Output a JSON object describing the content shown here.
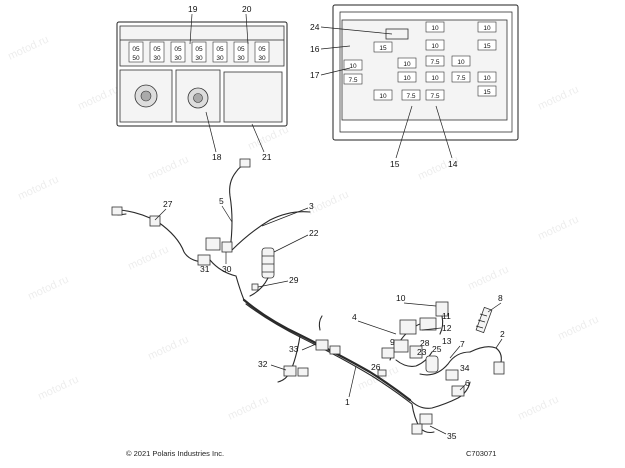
{
  "watermark": "motod.ru",
  "copyright": "© 2021 Polaris Industries Inc.",
  "drawing_number": "C703071",
  "callouts": {
    "c1": "1",
    "c2": "2",
    "c3": "3",
    "c4": "4",
    "c5": "5",
    "c6": "6",
    "c7": "7",
    "c8": "8",
    "c9": "9",
    "c10": "10",
    "c11": "11",
    "c12": "12",
    "c13": "13",
    "c14": "14",
    "c15": "15",
    "c16": "16",
    "c17": "17",
    "c18": "18",
    "c19": "19",
    "c20": "20",
    "c21": "21",
    "c22": "22",
    "c23": "23",
    "c24": "24",
    "c25": "25",
    "c26": "26",
    "c27": "27",
    "c28": "28",
    "c29": "29",
    "c30": "30",
    "c31": "31",
    "c32": "32",
    "c33": "33",
    "c34": "34",
    "c35": "35"
  },
  "left_fuse_box": {
    "top_row": [
      "05",
      "05",
      "05",
      "05",
      "05",
      "05",
      "05"
    ],
    "bottom_row": [
      "50",
      "30",
      "30",
      "30",
      "30",
      "30",
      "30"
    ]
  },
  "right_fuse_box": {
    "fuses": [
      "15",
      "10",
      "10",
      "10",
      "15",
      "10",
      "10",
      "7.5",
      "10",
      "7.5",
      "10",
      "10",
      "7.5",
      "10",
      "10",
      "7.5",
      "7.5",
      "15"
    ]
  }
}
